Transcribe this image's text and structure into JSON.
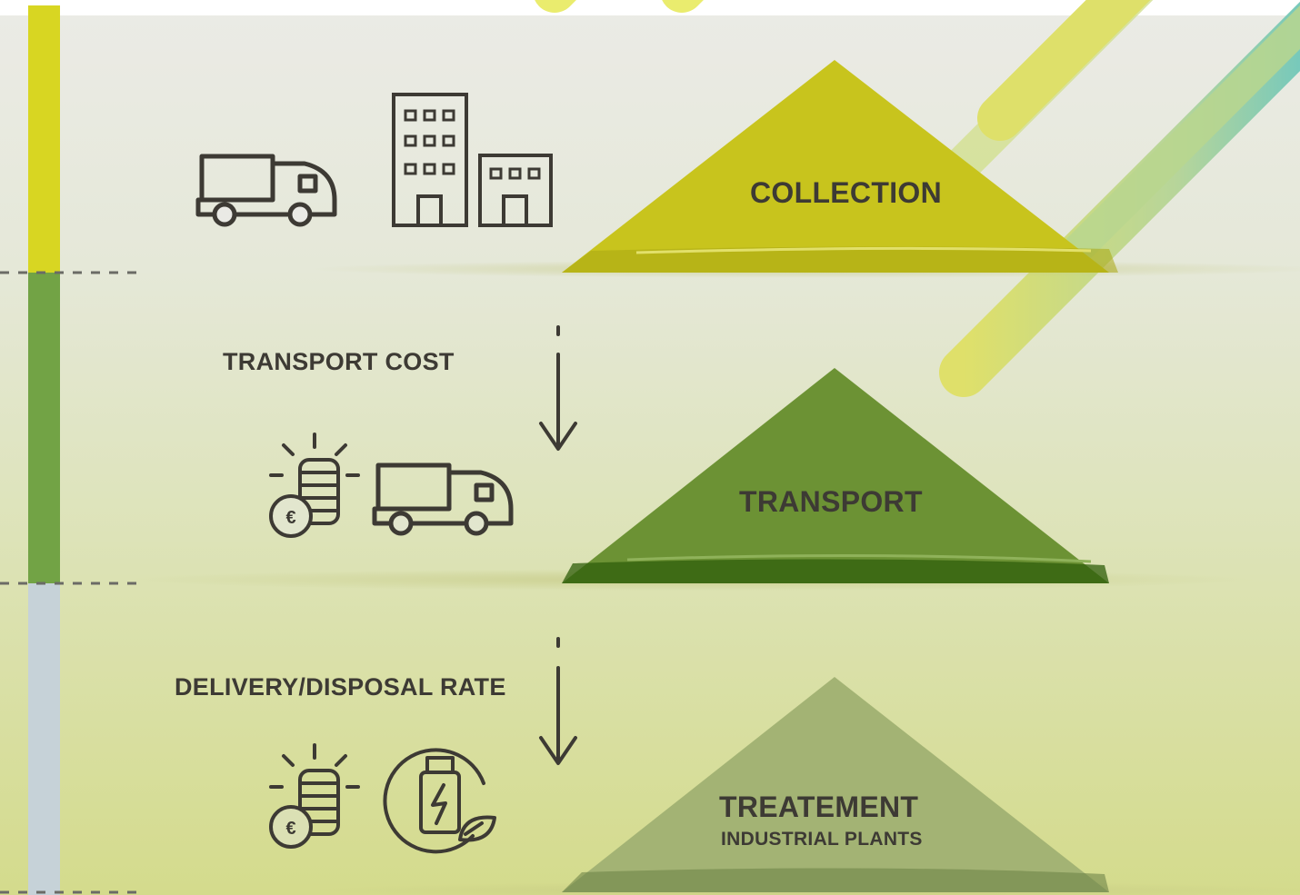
{
  "stages": [
    {
      "id": "collection",
      "title": "COLLECTION",
      "subtitle": "",
      "color": "#c8c41d"
    },
    {
      "id": "transport",
      "title": "TRANSPORT",
      "subtitle": "",
      "color": "#6c9234"
    },
    {
      "id": "treatment",
      "title": "TREATEMENT",
      "subtitle": "INDUSTRIAL PLANTS",
      "color": "#a3b374"
    }
  ],
  "steps": [
    {
      "label": "TRANSPORT COST",
      "icons": [
        "coins-euro-icon",
        "truck-icon"
      ]
    },
    {
      "label": "DELIVERY/DISPOSAL RATE",
      "icons": [
        "coins-euro-icon",
        "eco-battery-icon"
      ]
    }
  ],
  "collection_icons": [
    "truck-icon",
    "buildings-icon"
  ],
  "sidebar_colors": [
    "#d8d622",
    "#72a345",
    "#c6d2d8"
  ],
  "ink_color": "#3d3a34"
}
